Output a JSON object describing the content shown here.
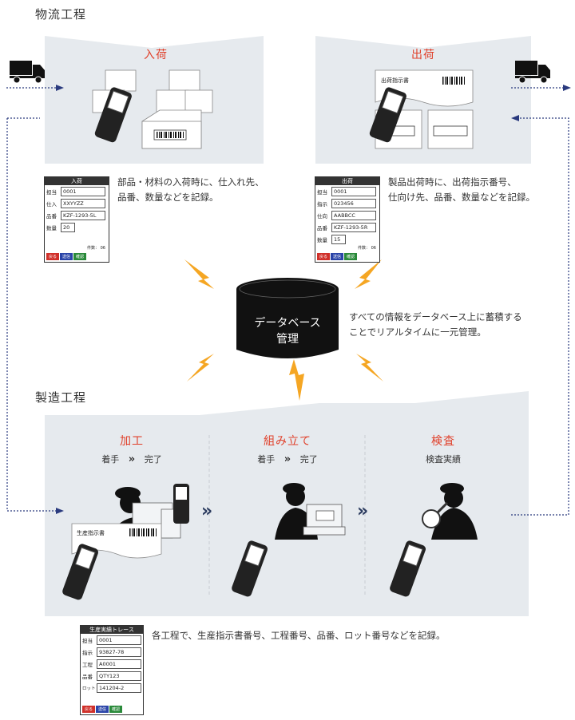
{
  "logistics": {
    "title": "物流工程"
  },
  "receiving": {
    "title": "入荷",
    "description": [
      "部品・材料の入荷時に、仕入れ先、",
      "品番、数量などを記録。"
    ],
    "terminal": {
      "title": "入荷",
      "rows": [
        {
          "label": "担当",
          "value": "0001"
        },
        {
          "label": "仕入",
          "value": "XXYYZZ"
        },
        {
          "label": "品番",
          "value": "KZF-1293-5L"
        },
        {
          "label": "数量",
          "value": "20"
        }
      ],
      "count_label": "件数：",
      "count_value": "06",
      "buttons": [
        "戻る",
        "送信",
        "確認"
      ]
    }
  },
  "shipping": {
    "title": "出荷",
    "doc_label": "出荷指示書",
    "description": [
      "製品出荷時に、出荷指示番号、",
      "仕向け先、品番、数量などを記録。"
    ],
    "terminal": {
      "title": "出荷",
      "rows": [
        {
          "label": "担当",
          "value": "0001"
        },
        {
          "label": "指示",
          "value": "023456"
        },
        {
          "label": "仕向",
          "value": "AABBCC"
        },
        {
          "label": "品番",
          "value": "KZF-1293-5R"
        },
        {
          "label": "数量",
          "value": "15"
        }
      ],
      "count_label": "件数：",
      "count_value": "06",
      "buttons": [
        "戻る",
        "送信",
        "確認"
      ]
    }
  },
  "database": {
    "label_line1": "データベース",
    "label_line2": "管理",
    "description": [
      "すべての情報をデータベース上に蓄積する",
      "ことでリアルタイムに一元管理。"
    ]
  },
  "manufacturing": {
    "title": "製造工程",
    "doc_label": "生産指示書",
    "steps": [
      {
        "title": "加工",
        "start": "着手",
        "arrow": "»",
        "end": "完了"
      },
      {
        "title": "組み立て",
        "start": "着手",
        "arrow": "»",
        "end": "完了"
      },
      {
        "title": "検査",
        "sub": "検査実績"
      }
    ],
    "step_chevron": "»",
    "description": "各工程で、生産指示書番号、工程番号、品番、ロット番号などを記録。",
    "terminal": {
      "title": "生産実績トレース",
      "rows": [
        {
          "label": "担当",
          "value": "0001"
        },
        {
          "label": "指示",
          "value": "93827-78"
        },
        {
          "label": "工程",
          "value": "A0001"
        },
        {
          "label": "品番",
          "value": "QTY123"
        },
        {
          "label": "ロット",
          "value": "141204-2"
        }
      ],
      "buttons": [
        "戻る",
        "送信",
        "確認"
      ]
    }
  },
  "colors": {
    "panel": "#e6eaee",
    "accent": "#e0402a",
    "arrow": "#2a3a7e",
    "lightning": "#f5a623"
  }
}
